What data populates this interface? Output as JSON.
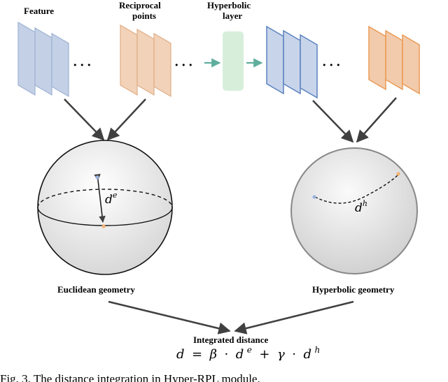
{
  "labels": {
    "feature": "Feature",
    "reciprocal_line1": "Reciprocal",
    "reciprocal_line2": "points",
    "hyperbolic_layer_line1": "Hyperbolic",
    "hyperbolic_layer_line2": "layer",
    "euclidean": "Euclidean geometry",
    "hyperbolic": "Hyperbolic geometry",
    "integrated": "Integrated distance"
  },
  "math": {
    "de_base": "d",
    "de_sup": "e",
    "dh_base": "d",
    "dh_sup": "h",
    "formula": {
      "lhs": "d",
      "eq": "=",
      "beta": "β",
      "dot1": "·",
      "d1": "d",
      "sup1": "e",
      "plus": "+",
      "gamma": "γ",
      "dot2": "·",
      "d2": "d",
      "sup2": "h"
    }
  },
  "ellipsis": "• • •",
  "caption": "Fig. 3.  The distance integration in Hyper-RPL module.",
  "colors": {
    "feature_fill": "#c3d0e6",
    "feature_stroke": "#9fb2d3",
    "recip_fill": "#f2d2b8",
    "recip_stroke": "#dfae87",
    "hyp_layer_fill": "#d7eedb",
    "teal_arrow": "#5fae9d",
    "blue_fill": "#c7d4ea",
    "blue_stroke": "#5b82c0",
    "orange_fill": "#f1cbab",
    "orange_stroke": "#eb9a55",
    "arrow": "#404040",
    "point_blue": "#9bb4e0",
    "point_orange": "#f3b270"
  }
}
